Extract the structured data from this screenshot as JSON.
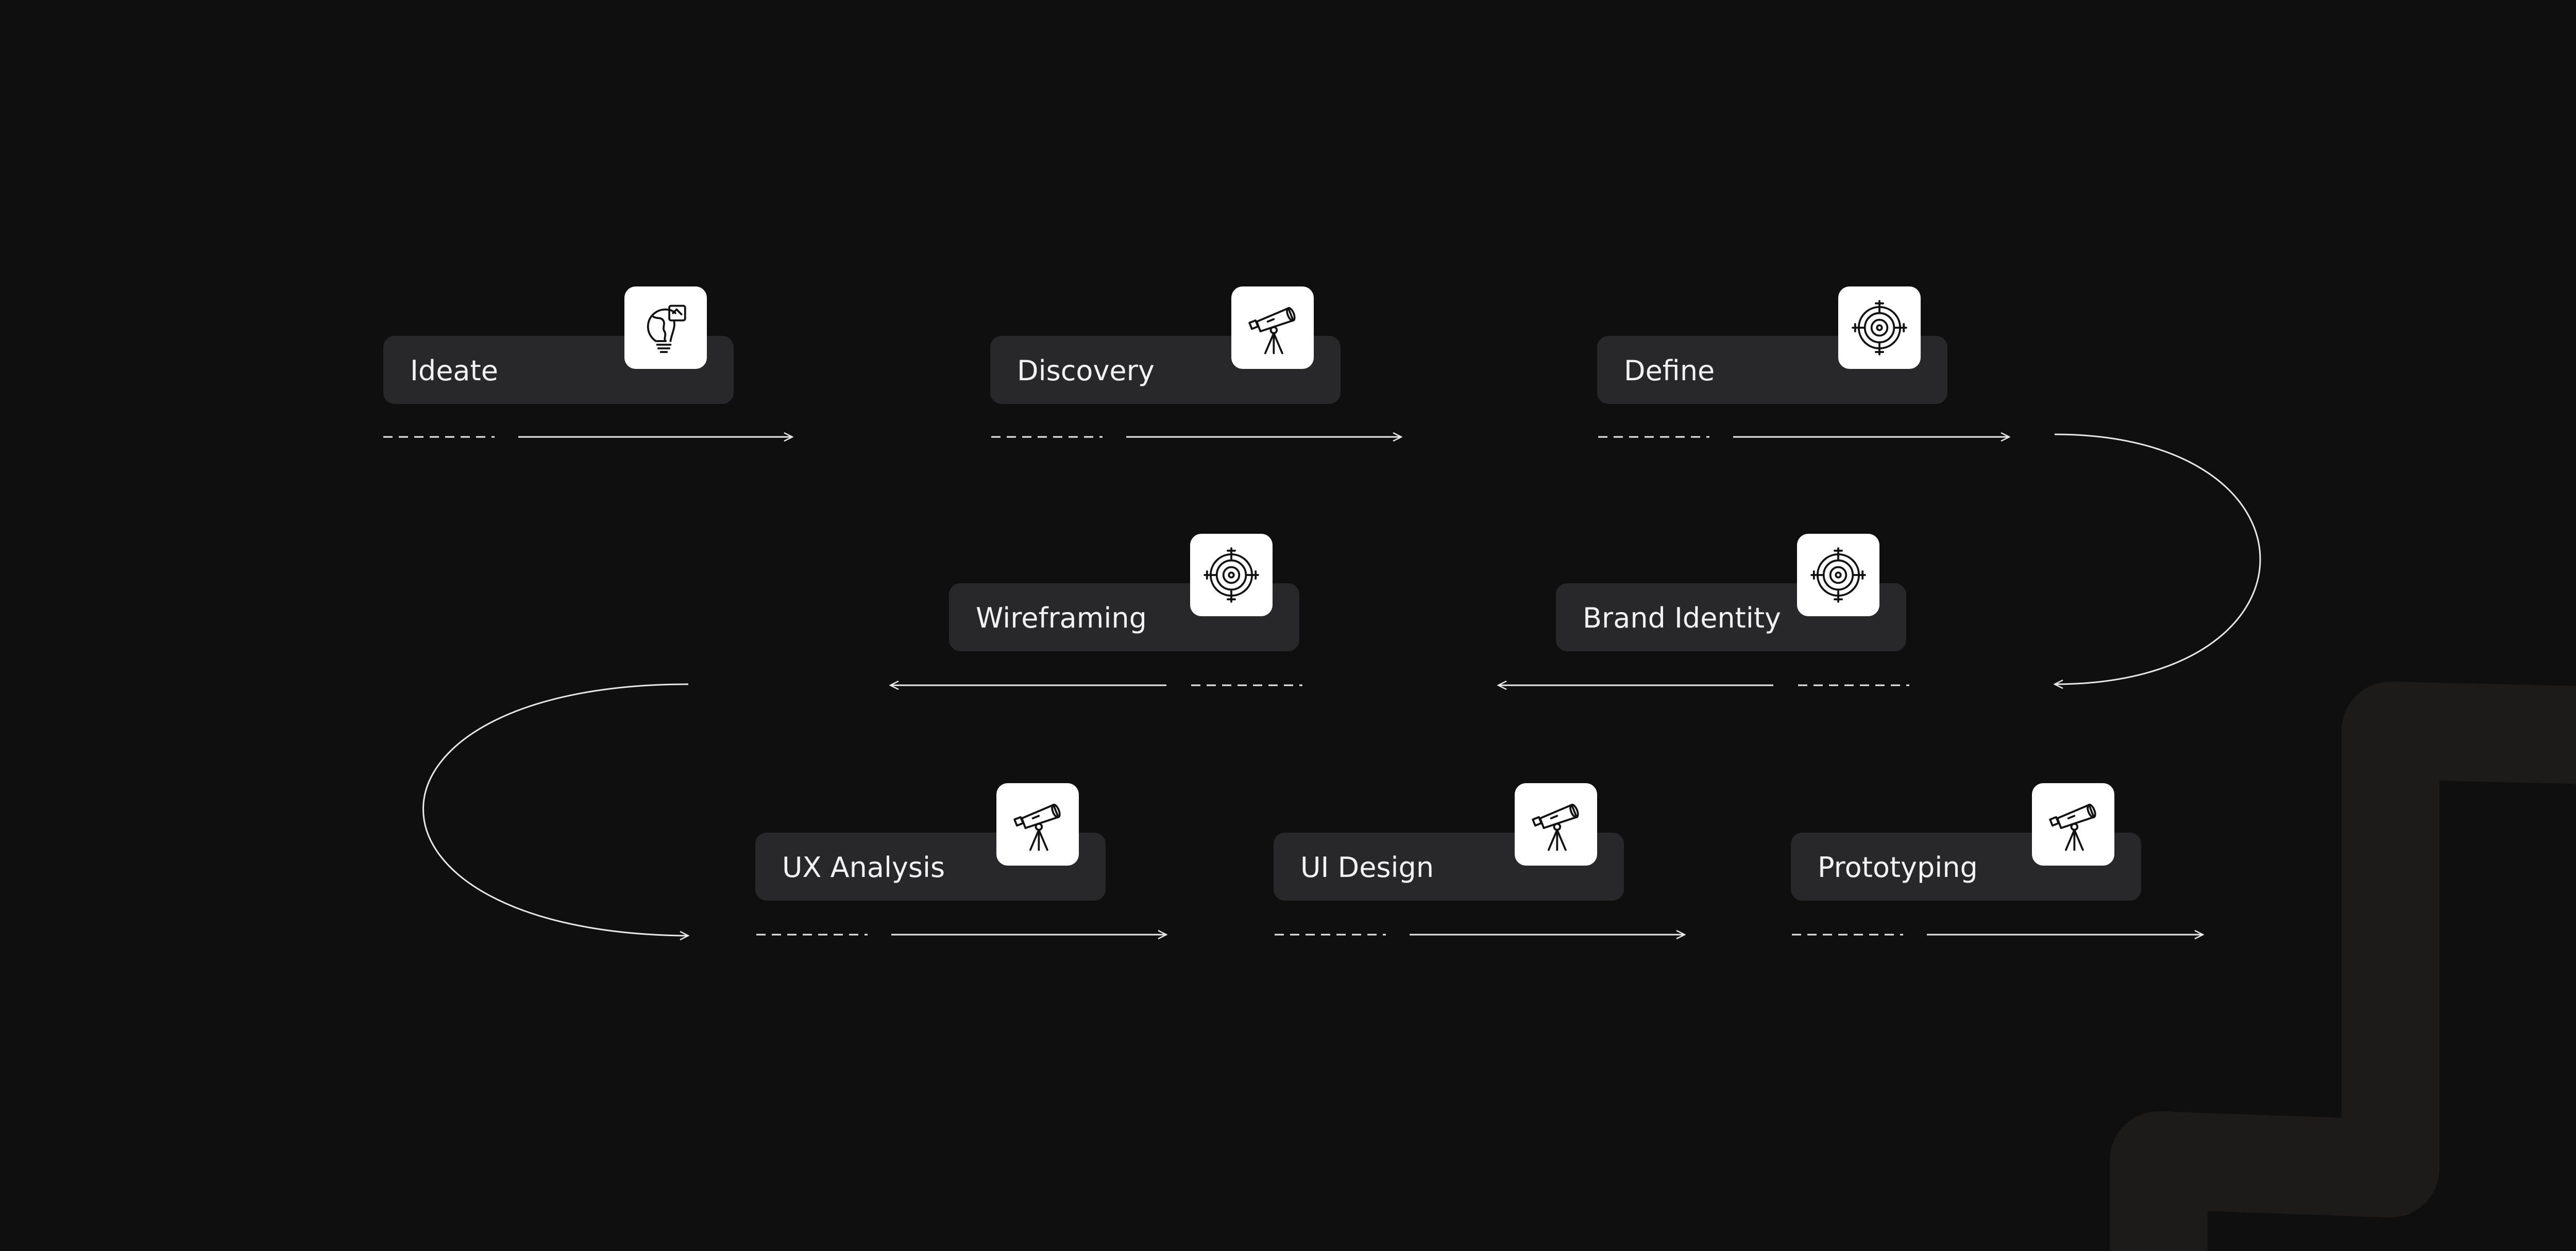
{
  "steps": [
    {
      "label": "Ideate",
      "icon": "lightbulb-puzzle-icon"
    },
    {
      "label": "Discovery",
      "icon": "telescope-icon"
    },
    {
      "label": "Define",
      "icon": "target-crosshair-icon"
    },
    {
      "label": "Wireframing",
      "icon": "target-crosshair-icon"
    },
    {
      "label": "Brand Identity",
      "icon": "target-crosshair-icon"
    },
    {
      "label": "UX Analysis",
      "icon": "telescope-icon"
    },
    {
      "label": "UI Design",
      "icon": "telescope-icon"
    },
    {
      "label": "Prototyping",
      "icon": "telescope-icon"
    }
  ],
  "colors": {
    "background": "#0f0f0f",
    "box": "#28282b",
    "icon_tile": "#ffffff",
    "line": "#e8e8e8",
    "decoration": "#1c1b1a"
  }
}
